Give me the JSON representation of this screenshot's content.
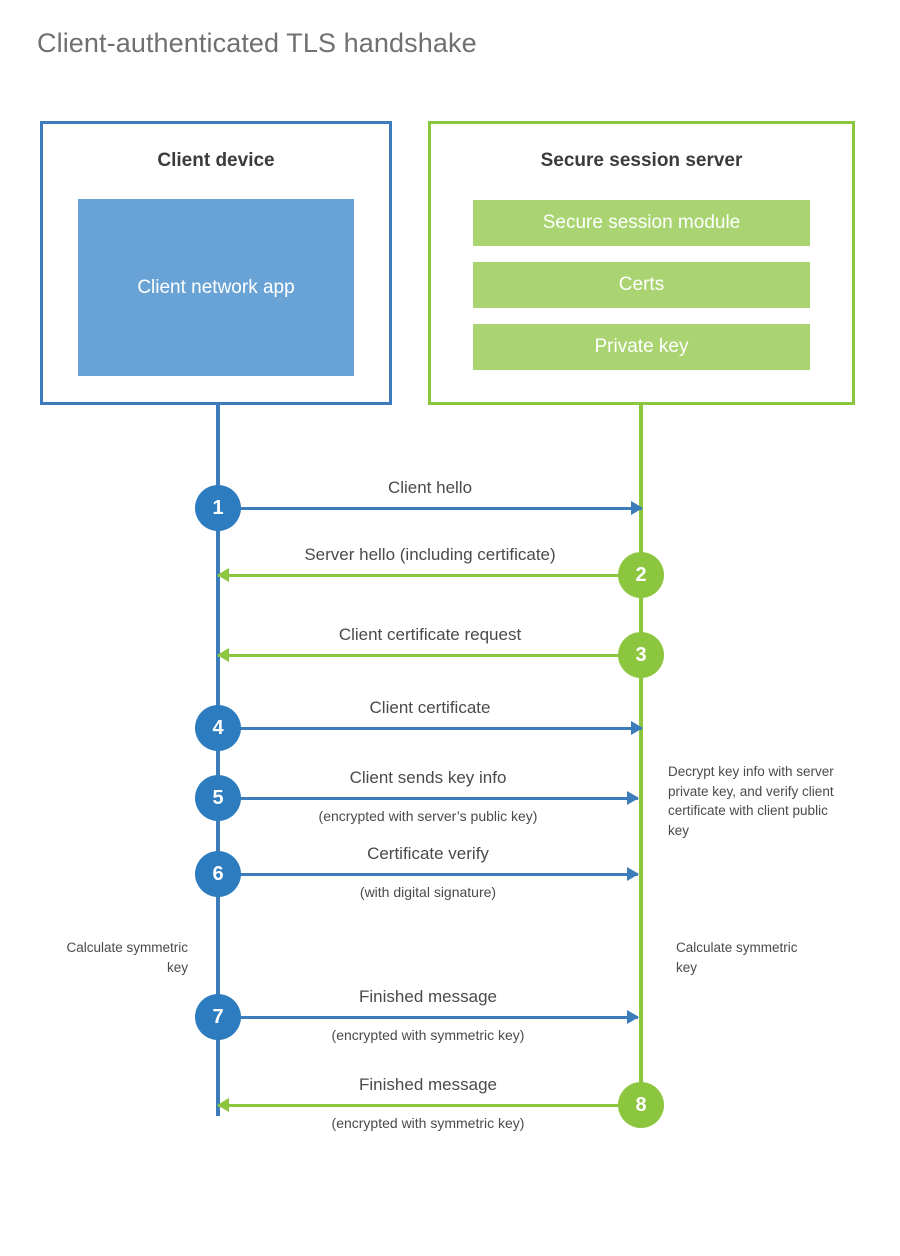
{
  "title": "Client-authenticated TLS handshake",
  "colors": {
    "client_blue": "#3c7cba",
    "client_app_fill": "#69a3d6",
    "server_green": "#8cc63f",
    "module_fill": "#a9d471",
    "step_blue": "#2d7cbf",
    "text_gray": "#4a4a4a",
    "title_gray": "#6f7072"
  },
  "client": {
    "title": "Client device",
    "app_label": "Client network app"
  },
  "server": {
    "title": "Secure session server",
    "modules": [
      {
        "label": "Secure session module"
      },
      {
        "label": "Certs"
      },
      {
        "label": "Private key"
      }
    ]
  },
  "messages": [
    {
      "step": "1",
      "label": "Client hello",
      "sublabel": "",
      "direction": "to-right",
      "color": "blue"
    },
    {
      "step": "2",
      "label": "Server hello (including certificate)",
      "sublabel": "",
      "direction": "to-left",
      "color": "green"
    },
    {
      "step": "3",
      "label": "Client certificate request",
      "sublabel": "",
      "direction": "to-left",
      "color": "green"
    },
    {
      "step": "4",
      "label": "Client certificate",
      "sublabel": "",
      "direction": "to-right",
      "color": "blue"
    },
    {
      "step": "5",
      "label": "Client sends key info",
      "sublabel": "(encrypted with server’s public key)",
      "direction": "to-right",
      "color": "blue"
    },
    {
      "step": "6",
      "label": "Certificate verify",
      "sublabel": "(with digital signature)",
      "direction": "to-right",
      "color": "blue"
    },
    {
      "step": "7",
      "label": "Finished message",
      "sublabel": "(encrypted with symmetric key)",
      "direction": "to-right",
      "color": "blue"
    },
    {
      "step": "8",
      "label": "Finished message",
      "sublabel": "(encrypted with symmetric key)",
      "direction": "to-left",
      "color": "green"
    }
  ],
  "notes": {
    "server_decrypt": "Decrypt key info with server private key, and verify client certificate with client public key",
    "client_calculate": "Calculate symmetric key",
    "server_calculate": "Calculate symmetric key"
  }
}
